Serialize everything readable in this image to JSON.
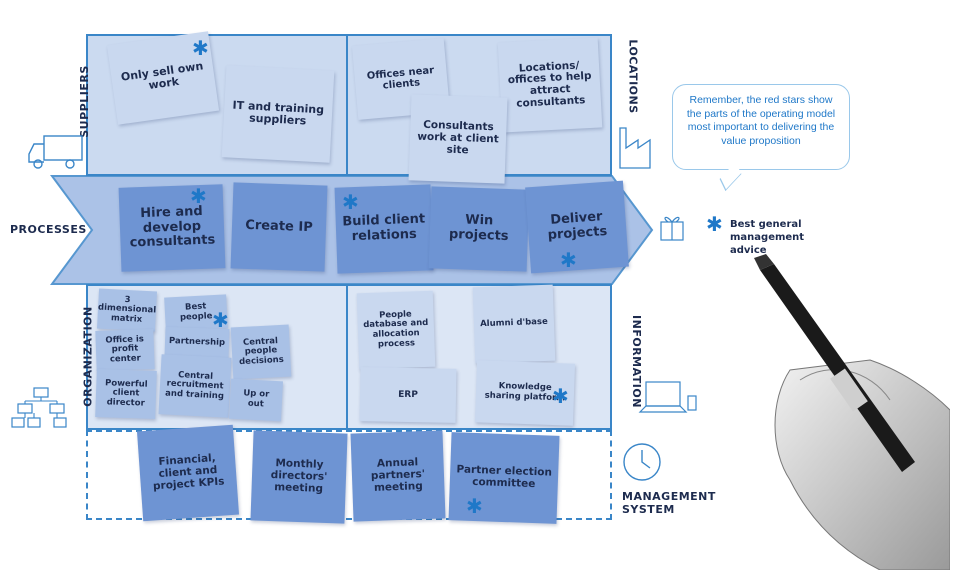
{
  "sections": {
    "suppliers": "SUPPLIERS",
    "locations": "LOCATIONS",
    "processes": "PROCESSES",
    "organization": "ORGANIZATION",
    "information": "INFORMATION",
    "management_system": "MANAGEMENT\nSYSTEM"
  },
  "notes": {
    "only_sell": "Only sell own work",
    "it_training": "IT and training suppliers",
    "offices_near": "Offices near clients",
    "locations_help": "Locations/ offices to help attract consultants",
    "consultants_site": "Consultants work at client site",
    "hire": "Hire and develop consultants",
    "create_ip": "Create IP",
    "build_client": "Build client relations",
    "win": "Win projects",
    "deliver": "Deliver projects",
    "matrix": "3 dimensional matrix",
    "office_profit": "Office is profit center",
    "powerful": "Powerful client director",
    "best_people": "Best people",
    "partnership": "Partnership",
    "central_recruit": "Central recruitment and training",
    "central_people": "Central people decisions",
    "up_out": "Up or out",
    "people_db": "People database and allocation process",
    "erp": "ERP",
    "alumni": "Alumni d'base",
    "knowledge": "Knowledge sharing platform",
    "financial": "Financial, client and project KPIs",
    "monthly": "Monthly directors' meeting",
    "annual": "Annual partners' meeting",
    "partner_election": "Partner election committee"
  },
  "callout": "Remember, the red stars show the parts of the operating model most important to delivering the value proposition",
  "legend": "Best general management advice",
  "colors": {
    "frame": "#3a86c8",
    "star": "#1f78c8",
    "ink": "#1d2b4e"
  }
}
